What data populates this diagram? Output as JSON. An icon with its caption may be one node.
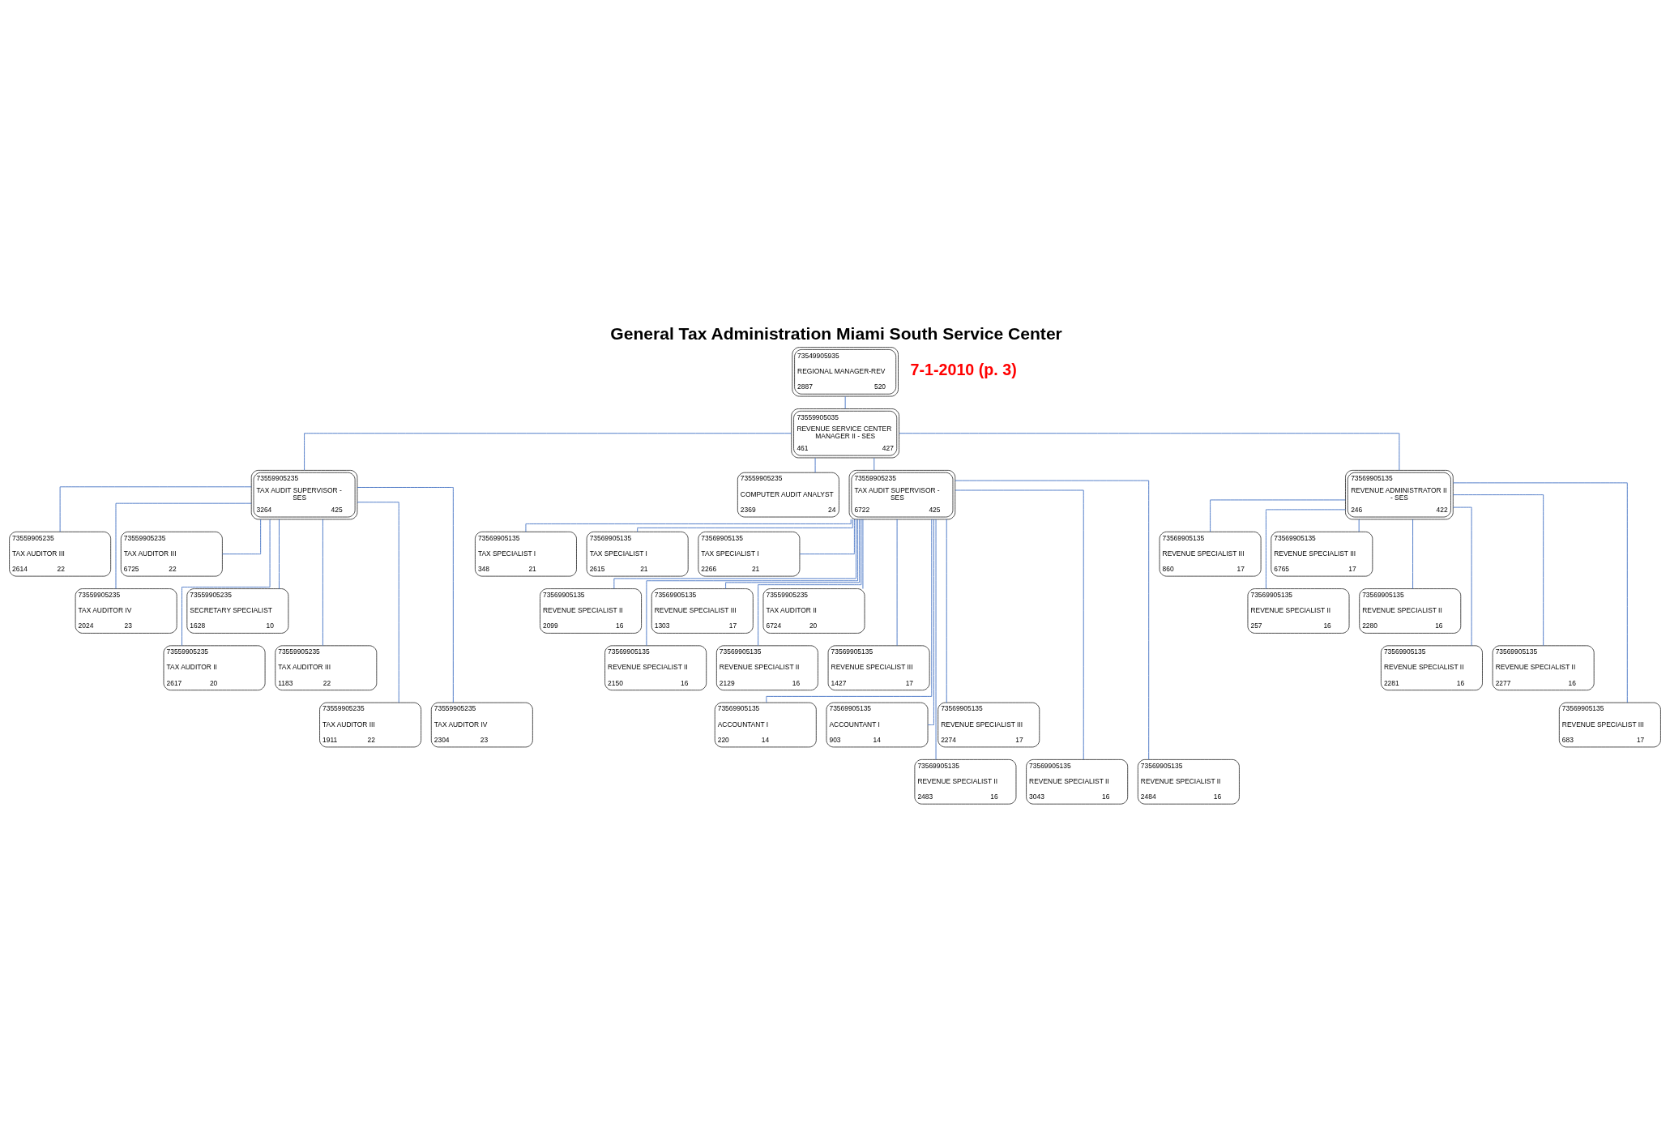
{
  "diagram": {
    "title": "General Tax Administration Miami South Service Center",
    "nodes": [
      {
        "text": [
          "73549905935",
          "REGIONAL MANAGER-REV",
          "2887",
          "520"
        ]
      },
      {
        "text": [
          "73559905035",
          "REVENUE SERVICE CENTER MANAGER II - SES",
          "461",
          "427"
        ]
      },
      {
        "text": [
          "73559905235",
          "TAX AUDIT SUPERVISOR - SES",
          "3264",
          "425"
        ]
      },
      {
        "text": [
          "73559905235",
          "COMPUTER AUDIT ANALYST",
          "2369",
          "24"
        ]
      },
      {
        "text": [
          "73559905235",
          "TAX AUDIT SUPERVISOR - SES",
          "6722",
          "425"
        ]
      },
      {
        "text": [
          "73569905135",
          "REVENUE ADMINISTRATOR II - SES",
          "246",
          "422"
        ]
      },
      {
        "text": [
          "73559905235",
          "TAX AUDITOR III",
          "2614",
          "22"
        ]
      },
      {
        "text": [
          "73559905235",
          "TAX AUDITOR III",
          "6725",
          "22"
        ]
      },
      {
        "text": [
          "73559905235",
          "TAX AUDITOR IV",
          "2024",
          "23"
        ]
      },
      {
        "text": [
          "73559905235",
          "SECRETARY SPECIALIST",
          "1628",
          "10"
        ]
      },
      {
        "text": [
          "73559905235",
          "TAX AUDITOR II",
          "2617",
          "20"
        ]
      },
      {
        "text": [
          "73559905235",
          "TAX AUDITOR III",
          "1183",
          "22"
        ]
      },
      {
        "text": [
          "73559905235",
          "TAX AUDITOR III",
          "1911",
          "22"
        ]
      },
      {
        "text": [
          "73559905235",
          "TAX AUDITOR IV",
          "2304",
          "23"
        ]
      },
      {
        "text": [
          "73569905135",
          "TAX SPECIALIST I",
          "348",
          "21"
        ]
      },
      {
        "text": [
          "73569905135",
          "TAX SPECIALIST I",
          "2615",
          "21"
        ]
      },
      {
        "text": [
          "73569905135",
          "TAX SPECIALIST I",
          "2266",
          "21"
        ]
      },
      {
        "text": [
          "73569905135",
          "REVENUE SPECIALIST II",
          "2099",
          "16"
        ]
      },
      {
        "text": [
          "73569905135",
          "REVENUE SPECIALIST III",
          "1303",
          "17"
        ]
      },
      {
        "text": [
          "73559905235",
          "TAX AUDITOR II",
          "6724",
          "20"
        ]
      },
      {
        "text": [
          "73569905135",
          "REVENUE SPECIALIST II",
          "2150",
          "16"
        ]
      },
      {
        "text": [
          "73569905135",
          "REVENUE SPECIALIST II",
          "2129",
          "16"
        ]
      },
      {
        "text": [
          "73569905135",
          "REVENUE SPECIALIST III",
          "1427",
          "17"
        ]
      },
      {
        "text": [
          "73569905135",
          "ACCOUNTANT I",
          "220",
          "14"
        ]
      },
      {
        "text": [
          "73569905135",
          "ACCOUNTANT I",
          "903",
          "14"
        ]
      },
      {
        "text": [
          "73569905135",
          "REVENUE SPECIALIST III",
          "2274",
          "17"
        ]
      },
      {
        "text": [
          "73569905135",
          "REVENUE SPECIALIST II",
          "2483",
          "16"
        ]
      },
      {
        "text": [
          "73569905135",
          "REVENUE SPECIALIST II",
          "3043",
          "16"
        ]
      },
      {
        "text": [
          "73569905135",
          "REVENUE SPECIALIST II",
          "2484",
          "16"
        ]
      },
      {
        "text": [
          "73569905135",
          "REVENUE SPECIALIST III",
          "860",
          "17"
        ]
      },
      {
        "text": [
          "73569905135",
          "REVENUE SPECIALIST III",
          "6765",
          "17"
        ]
      },
      {
        "text": [
          "73569905135",
          "REVENUE SPECIALIST II",
          "257",
          "16"
        ]
      },
      {
        "text": [
          "73569905135",
          "REVENUE SPECIALIST II",
          "2280",
          "16"
        ]
      },
      {
        "text": [
          "73569905135",
          "REVENUE SPECIALIST II",
          "2281",
          "16"
        ]
      },
      {
        "text": [
          "73569905135",
          "REVENUE SPECIALIST II",
          "2277",
          "16"
        ]
      },
      {
        "text": [
          "73569905135",
          "REVENUE SPECIALIST III",
          "683",
          "17"
        ]
      }
    ],
    "edges": [
      {
        "from": 0,
        "to": 1,
        "arrow": "none"
      },
      {
        "from": 1,
        "to": 2,
        "arrow": "none"
      },
      {
        "from": 1,
        "to": 3,
        "arrow": "none"
      },
      {
        "from": 1,
        "to": 4,
        "arrow": "none"
      },
      {
        "from": 1,
        "to": 5,
        "arrow": "none"
      },
      {
        "from": 2,
        "to": 6,
        "arrow": "none"
      },
      {
        "from": 2,
        "to": 7,
        "arrow": "none"
      },
      {
        "from": 2,
        "to": 8,
        "arrow": "none"
      },
      {
        "from": 2,
        "to": 9,
        "arrow": "none"
      },
      {
        "from": 2,
        "to": 10,
        "arrow": "none"
      },
      {
        "from": 2,
        "to": 11,
        "arrow": "none"
      },
      {
        "from": 2,
        "to": 12,
        "arrow": "none"
      },
      {
        "from": 2,
        "to": 13,
        "arrow": "none"
      },
      {
        "from": 4,
        "to": 14,
        "arrow": "none"
      },
      {
        "from": 4,
        "to": 15,
        "arrow": "none"
      },
      {
        "from": 4,
        "to": 16,
        "arrow": "none"
      },
      {
        "from": 4,
        "to": 17,
        "arrow": "none"
      },
      {
        "from": 4,
        "to": 18,
        "arrow": "none"
      },
      {
        "from": 4,
        "to": 19,
        "arrow": "none"
      },
      {
        "from": 4,
        "to": 20,
        "arrow": "none"
      },
      {
        "from": 4,
        "to": 21,
        "arrow": "none"
      },
      {
        "from": 4,
        "to": 22,
        "arrow": "none"
      },
      {
        "from": 4,
        "to": 23,
        "arrow": "none"
      },
      {
        "from": 4,
        "to": 24,
        "arrow": "none"
      },
      {
        "from": 4,
        "to": 25,
        "arrow": "none"
      },
      {
        "from": 4,
        "to": 26,
        "arrow": "none"
      },
      {
        "from": 4,
        "to": 27,
        "arrow": "none"
      },
      {
        "from": 4,
        "to": 28,
        "arrow": "none"
      },
      {
        "from": 5,
        "to": 29,
        "arrow": "none"
      },
      {
        "from": 5,
        "to": 30,
        "arrow": "none"
      },
      {
        "from": 5,
        "to": 31,
        "arrow": "none"
      },
      {
        "from": 5,
        "to": 32,
        "arrow": "none"
      },
      {
        "from": 5,
        "to": 33,
        "arrow": "none"
      },
      {
        "from": 5,
        "to": 34,
        "arrow": "none"
      },
      {
        "from": 5,
        "to": 35,
        "arrow": "none"
      }
    ],
    "labels": [
      "7-1-2010 (p. 3)"
    ]
  }
}
